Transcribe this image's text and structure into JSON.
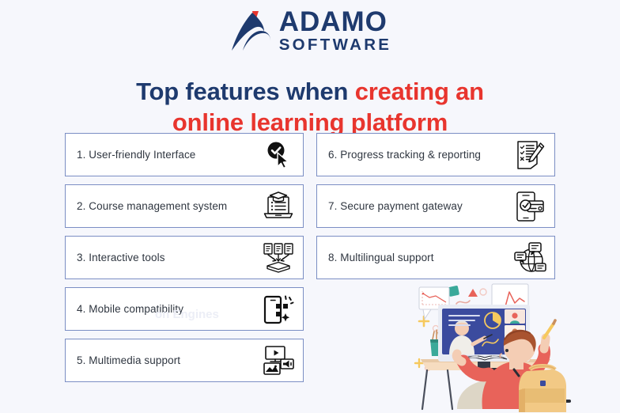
{
  "brand": {
    "name": "ADAMO",
    "subname": "SOFTWARE",
    "logo_icon": "adamo-swoosh-logo",
    "navy": "#1e3a6e",
    "red": "#e8352e"
  },
  "title": {
    "line1_navy": "Top features when ",
    "line1_red": "creating an",
    "line2_red": "online learning platform"
  },
  "columns": {
    "left": [
      {
        "label": "1. User-friendly Interface",
        "icon": "check-badge-cursor-icon"
      },
      {
        "label": "2. Course management system",
        "icon": "laptop-graduation-cap-icon"
      },
      {
        "label": "3. Interactive tools",
        "icon": "documents-into-box-icon"
      },
      {
        "label": "4. Mobile compatibility",
        "icon": "mobile-device-icon"
      },
      {
        "label": "5. Multimedia support",
        "icon": "video-image-megaphone-icon"
      }
    ],
    "right": [
      {
        "label": "6. Progress tracking & reporting",
        "icon": "checklist-pencil-icon"
      },
      {
        "label": "7. Secure payment gateway",
        "icon": "phone-credit-card-icon"
      },
      {
        "label": "8. Multilingual support",
        "icon": "globe-chat-bubbles-icon"
      }
    ]
  },
  "watermark": {
    "text": "on Engines"
  },
  "illustration": {
    "name": "student-online-learning-illustration",
    "colors": {
      "screen": "#3b4b9e",
      "shirt": "#e8635a",
      "hair": "#a9532f",
      "backpack": "#f2c985",
      "chair": "#2a2d35",
      "desk": "#f6dcc0",
      "accent_red": "#e8635a",
      "accent_teal": "#3aa99a",
      "accent_yellow": "#f6c95e"
    }
  }
}
